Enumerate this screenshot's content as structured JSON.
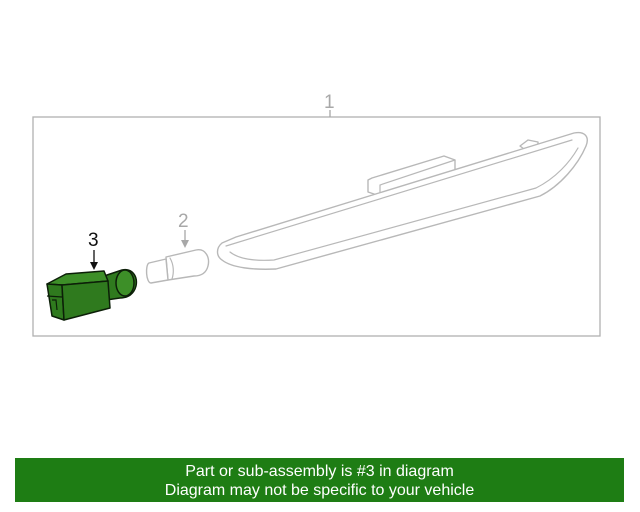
{
  "diagram": {
    "callouts": [
      {
        "id": "part-1",
        "label": "1"
      },
      {
        "id": "part-2",
        "label": "2"
      },
      {
        "id": "part-3",
        "label": "3"
      }
    ],
    "highlighted_part": "3",
    "colors": {
      "highlight": "#2f7a1e",
      "banner": "#1e7d14",
      "outline": "#b8b8b8"
    }
  },
  "banner": {
    "line1": "Part or sub-assembly is #3 in diagram",
    "line2": "Diagram may not be specific to your vehicle"
  }
}
